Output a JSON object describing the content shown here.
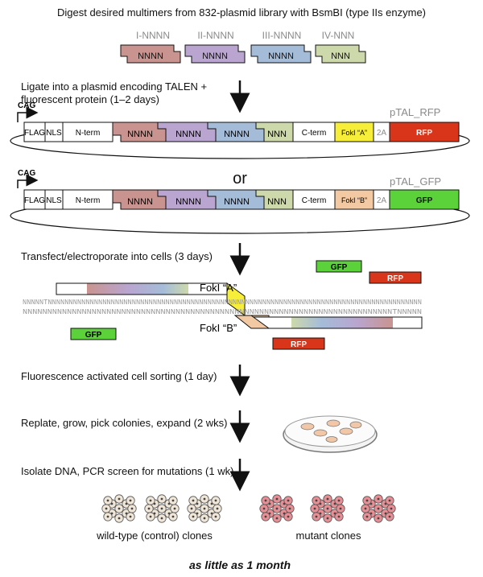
{
  "steps": {
    "digest": "Digest desired multimers from 832-plasmid library with BsmBI (type IIs enzyme)",
    "ligate_line1": "Ligate into a plasmid encoding TALEN +",
    "ligate_line2": "fluorescent protein (1–2 days)",
    "transfect": "Transfect/electroporate into cells (3 days)",
    "facs": "Fluorescence activated cell sorting (1 day)",
    "replate": "Replate, grow, pick colonies, expand (2 wks)",
    "isolate": "Isolate DNA, PCR screen for mutations (1 wk)"
  },
  "multimers": [
    {
      "label": "I-NNNN",
      "text": "NNNN",
      "color": "#c9948f"
    },
    {
      "label": "II-NNNN",
      "text": "NNNN",
      "color": "#b9a5cf"
    },
    {
      "label": "III-NNNN",
      "text": "NNNN",
      "color": "#a5bcd9"
    },
    {
      "label": "IV-NNN",
      "text": "NNN",
      "color": "#cdd9ab"
    }
  ],
  "plasmid_rfp": {
    "name": "pTAL_RFP",
    "promoter": "CAG",
    "flag": "FLAG",
    "nls": "NLS",
    "nterm": "N-term",
    "repeats": [
      "NNNN",
      "NNNN",
      "NNNN",
      "NNN"
    ],
    "cterm": "C-term",
    "foki": "FokI “A”",
    "foki_color": "#f7ee3a",
    "twoa": "2A",
    "fp": "RFP",
    "fp_color": "#d8351a"
  },
  "or_label": "or",
  "plasmid_gfp": {
    "name": "pTAL_GFP",
    "promoter": "CAG",
    "flag": "FLAG",
    "nls": "NLS",
    "nterm": "N-term",
    "repeats": [
      "NNNN",
      "NNNN",
      "NNNN",
      "NNN"
    ],
    "cterm": "C-term",
    "foki": "FokI “B”",
    "foki_color": "#f2c9a3",
    "twoa": "2A",
    "fp": "GFP",
    "fp_color": "#5cd23a"
  },
  "binding": {
    "top_strand": "NNNNNTNNNNNNNNNNNNNNNNNNNNNNNNNNNNNNNNNNNNNNNNNNNNNNNNNNNNNNNNNNNNNNNNNNNNNNNNNNNNNNNNNNNNNNNNN",
    "bottom_strand": "NNNNNNNNNNNNNNNNNNNNNNNNNNNNNNNNNNNNNNNNNNNNNNNNNNNNNNNNNNNNNNNNNNNNNNNNNNNTNNNNN",
    "foki_a": "FokI “A”",
    "foki_b": "FokI “B”",
    "gfp": "GFP",
    "rfp": "RFP"
  },
  "clones": {
    "wildtype": "wild-type (control) clones",
    "mutant": "mutant clones",
    "wt_color": "#f1e7d8",
    "mut_color": "#e88e95"
  },
  "footer": "as little as 1 month"
}
